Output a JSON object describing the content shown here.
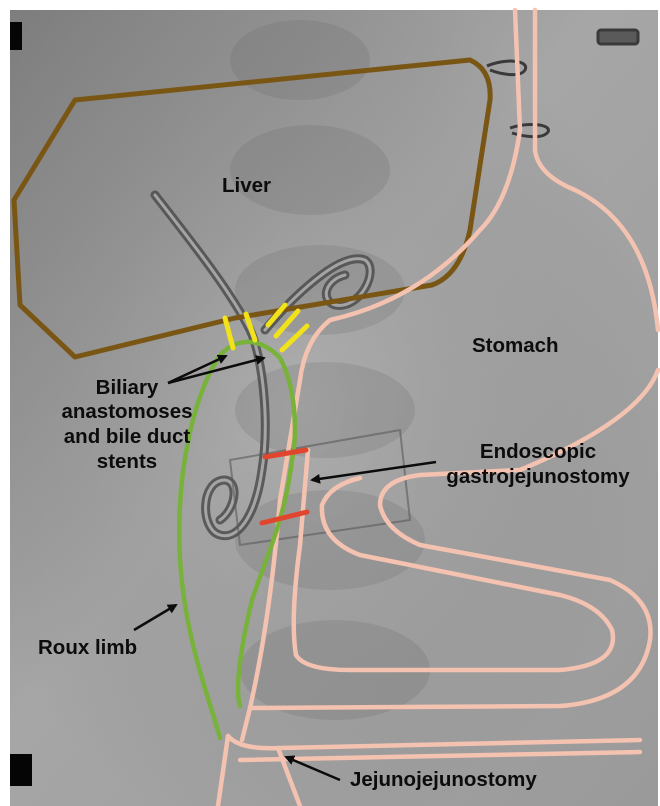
{
  "labels": {
    "liver": "Liver",
    "stomach": "Stomach",
    "biliary_line1": "Biliary",
    "biliary_line2": "anastomoses",
    "biliary_line3": "and bile duct",
    "biliary_line4": "stents",
    "endoscopic_line1": "Endoscopic",
    "endoscopic_line2": "gastrojejunostomy",
    "roux_limb": "Roux limb",
    "jejunojejunostomy": "Jejunojejunostomy"
  },
  "colors": {
    "liver_outline": "#7a5614",
    "stomach_outline": "#f4c2b0",
    "roux_limb": "#78b23a",
    "anastomosis_marks": "#f2e21a",
    "gastrojejunostomy_marks": "#e0462e",
    "label_text": "#0c0c0c"
  }
}
